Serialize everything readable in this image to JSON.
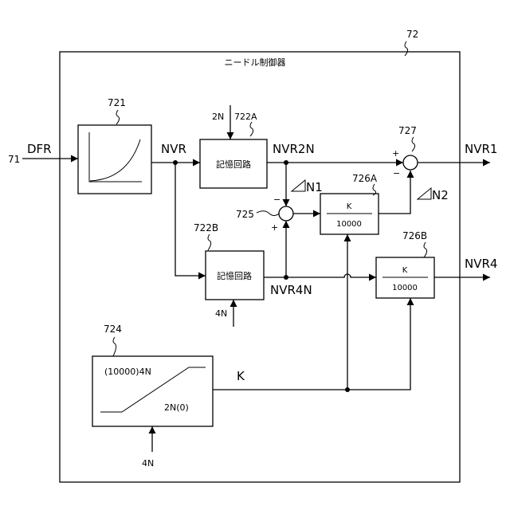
{
  "controller": {
    "ref": "72",
    "title": "ニードル制御器"
  },
  "input": {
    "ref": "71",
    "label": "DFR"
  },
  "block_721": {
    "ref": "721"
  },
  "signal_nvr": "NVR",
  "memory_a": {
    "ref": "722A",
    "label": "記憶回路",
    "control": "2N"
  },
  "memory_b": {
    "ref": "722B",
    "label": "記憶回路",
    "control": "4N"
  },
  "signal_nvr2n": "NVR2N",
  "signal_nvr4n": "NVR4N",
  "adder_727": {
    "ref": "727",
    "sign_plus": "+",
    "sign_minus": "−"
  },
  "adder_725": {
    "ref": "725",
    "sign_minus": "−",
    "sign_plus": "+"
  },
  "delta_n1": "N1",
  "delta_n2": "N2",
  "divider_a": {
    "ref": "726A",
    "numerator": "K",
    "denominator": "10000"
  },
  "divider_b": {
    "ref": "726B",
    "numerator": "K",
    "denominator": "10000"
  },
  "output_1": "NVR1",
  "output_4": "NVR4",
  "block_724": {
    "ref": "724",
    "upper": "(10000)4N",
    "lower": "2N(0)",
    "input": "4N"
  },
  "signal_k": "K"
}
